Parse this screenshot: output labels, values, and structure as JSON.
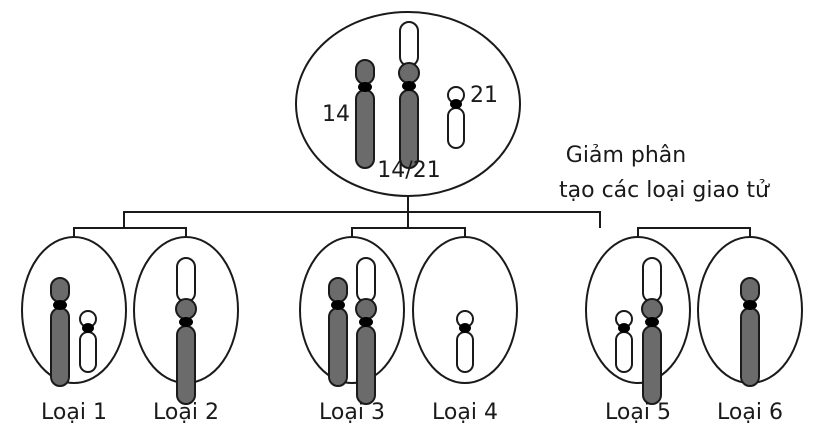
{
  "colors": {
    "dark_arm": "#6b6b6b",
    "light_arm": "#ffffff",
    "centromere": "#000000",
    "outline": "#1a1a1a"
  },
  "parent_cell": {
    "chromosomes": [
      {
        "id": "14",
        "label": "14",
        "type": "chr14"
      },
      {
        "id": "14/21",
        "label": "14/21",
        "type": "fused"
      },
      {
        "id": "21",
        "label": "21",
        "type": "chr21"
      }
    ]
  },
  "process_label": {
    "line1": "Giảm phân",
    "line2": "tạo các loại giao tử"
  },
  "gametes": [
    {
      "label": "Loại 1",
      "chromosomes": [
        "chr14",
        "chr21"
      ]
    },
    {
      "label": "Loại 2",
      "chromosomes": [
        "fused"
      ]
    },
    {
      "label": "Loại 3",
      "chromosomes": [
        "chr14",
        "fused"
      ]
    },
    {
      "label": "Loại 4",
      "chromosomes": [
        "chr21"
      ]
    },
    {
      "label": "Loại 5",
      "chromosomes": [
        "chr21",
        "fused"
      ]
    },
    {
      "label": "Loại 6",
      "chromosomes": [
        "chr14"
      ]
    }
  ]
}
